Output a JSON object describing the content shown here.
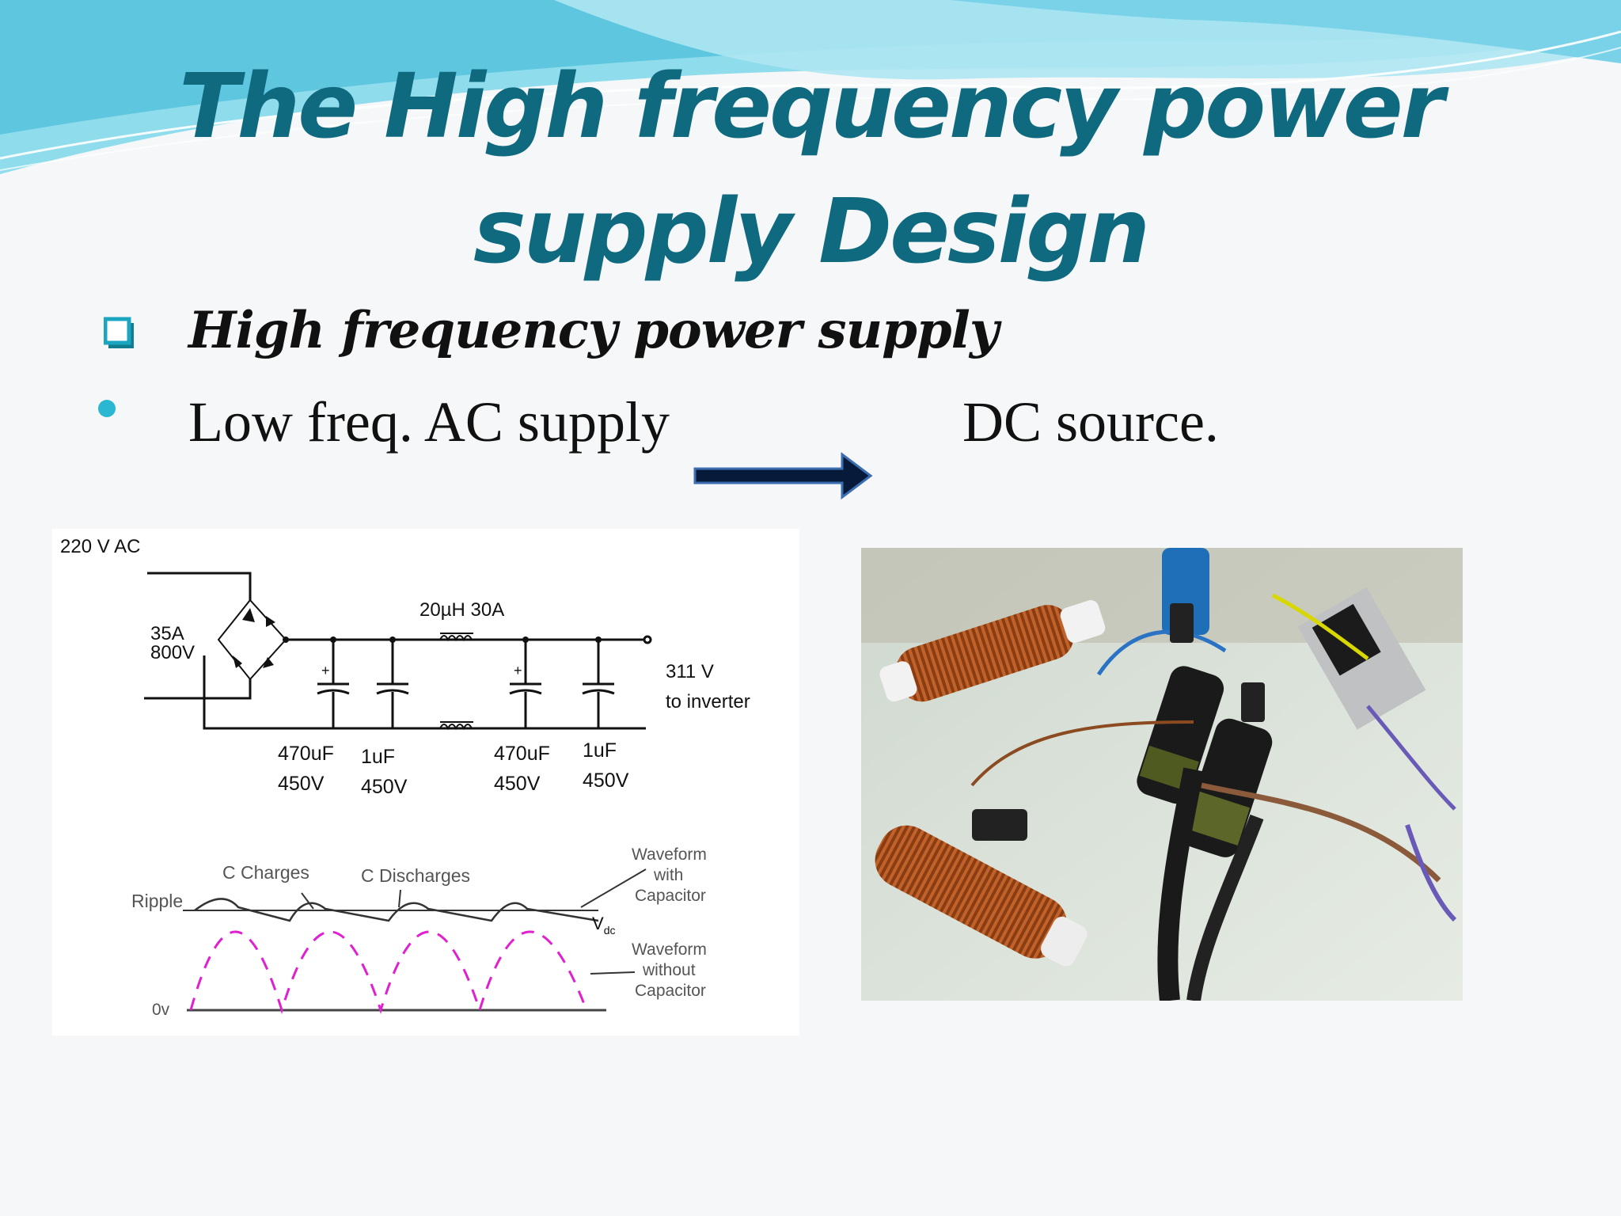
{
  "slide": {
    "title_line1": "The High frequency power",
    "title_line2": "supply Design",
    "bullets": {
      "heading": "High frequency power supply",
      "line_left": "Low freq. AC supply",
      "line_right": "DC source."
    },
    "circuit": {
      "input_label": "220 V  AC",
      "rectifier_label_1": "35A",
      "rectifier_label_2": "800V",
      "inductor_label": "20µH 30A",
      "output_label_1": "311 V",
      "output_label_2": "to inverter",
      "caps": [
        {
          "value": "470uF",
          "voltage": "450V"
        },
        {
          "value": "1uF",
          "voltage": "450V"
        },
        {
          "value": "470uF",
          "voltage": "450V"
        },
        {
          "value": "1uF",
          "voltage": "450V"
        }
      ]
    },
    "waveform": {
      "ripple": "Ripple",
      "charges": "C Charges",
      "discharges": "C Discharges",
      "with_1": "Waveform",
      "with_2": "with",
      "with_3": "Capacitor",
      "vdc": "V",
      "vdc_sub": "dc",
      "without_1": "Waveform",
      "without_2": "without",
      "without_3": "Capacitor",
      "zero": "0v"
    },
    "colors": {
      "title": "#0f6a80",
      "accent": "#2bb7d1",
      "waveform_dashed": "#e020d0"
    }
  }
}
